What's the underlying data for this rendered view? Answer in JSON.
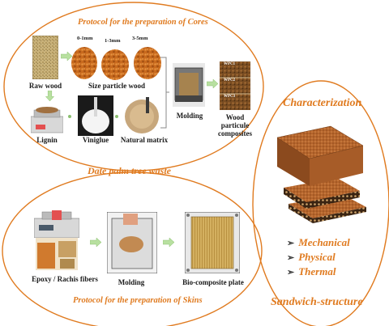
{
  "cores": {
    "title": "Protocol for the preparation of Cores",
    "raw_wood_label": "Raw wood",
    "size_particle_label": "Size particle wood",
    "particle_sizes": [
      "0-1mm",
      "1-3mm",
      "3-5mm"
    ],
    "lignin_label": "Lignin",
    "viniglue_label": "Viniglue",
    "natural_matrix_label": "Natural matrix",
    "molding_label": "Molding",
    "composites_label": "Wood particule composites",
    "composite_tags": [
      "WPC1",
      "WPC2",
      "WPC3"
    ]
  },
  "center": {
    "title": "Date palm tree waste"
  },
  "skins": {
    "title": "Protocol for the preparation of Skins",
    "epoxy_label": "Epoxy / Rachis fibers",
    "molding_label": "Molding",
    "plate_label": "Bio-composite plate"
  },
  "characterization": {
    "title": "Characterization",
    "items": [
      "Mechanical",
      "Physical",
      "Thermal"
    ],
    "bullet": "➢",
    "footer": "Sandwich-structure"
  },
  "colors": {
    "accent": "#e07b20",
    "arrow": "#b8e0a0"
  }
}
